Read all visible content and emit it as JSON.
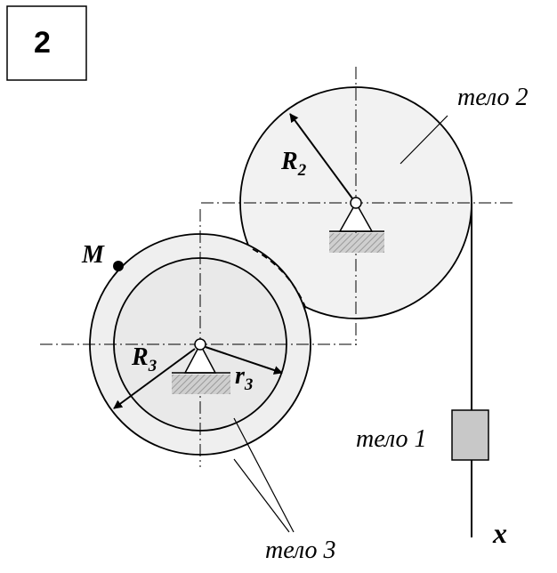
{
  "problem_number": "2",
  "labels": {
    "body1": "тело 1",
    "body2": "тело 2",
    "body3": "тело 3",
    "point_m": "M",
    "axis_x": "x"
  },
  "radii": {
    "R2_main": "R",
    "R2_sub": "2",
    "R3_main": "R",
    "R3_sub": "3",
    "r3_main": "r",
    "r3_sub": "3"
  },
  "colors": {
    "line": "#000000",
    "disk_fill": "#f2f2f2",
    "block_fill": "#c8c8c8",
    "hatch": "#b5b5b5"
  }
}
